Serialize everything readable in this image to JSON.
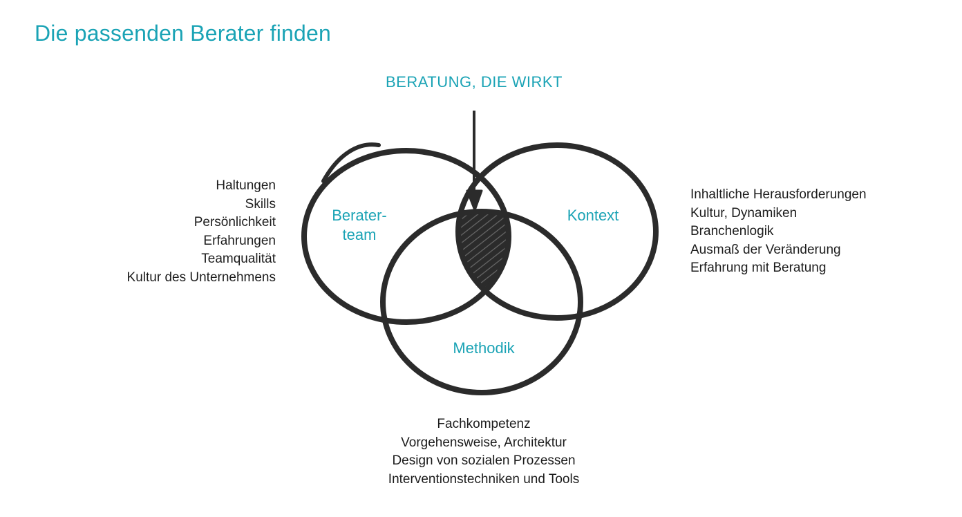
{
  "page": {
    "title": "Die passenden Berater finden"
  },
  "diagram": {
    "heading": "BERATUNG, DIE WIRKT",
    "circles": {
      "team": {
        "label_line1": "Berater-",
        "label_line2": "team"
      },
      "context": {
        "label": "Kontext"
      },
      "method": {
        "label": "Methodik"
      }
    },
    "lists": {
      "team": [
        "Haltungen",
        "Skills",
        "Persönlichkeit",
        "Erfahrungen",
        "Teamqualität",
        "Kultur des Unternehmens"
      ],
      "context": [
        "Inhaltliche Herausforderungen",
        "Kultur, Dynamiken",
        "Branchenlogik",
        "Ausmaß der Veränderung",
        "Erfahrung mit Beratung"
      ],
      "method": [
        "Fachkompetenz",
        "Vorgehensweise, Architektur",
        "Design von sozialen Prozessen",
        "Interventionstechniken und Tools"
      ]
    },
    "colors": {
      "accent": "#1aa3b5",
      "ink": "#2b2b2b",
      "text": "#1c1c1c"
    }
  }
}
